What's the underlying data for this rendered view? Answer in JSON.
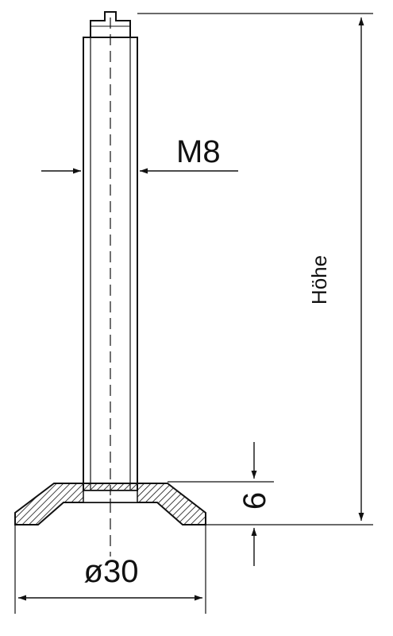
{
  "labels": {
    "thread": "M8",
    "height": "Höhe",
    "base_thickness": "6",
    "base_diameter": "ø30"
  }
}
